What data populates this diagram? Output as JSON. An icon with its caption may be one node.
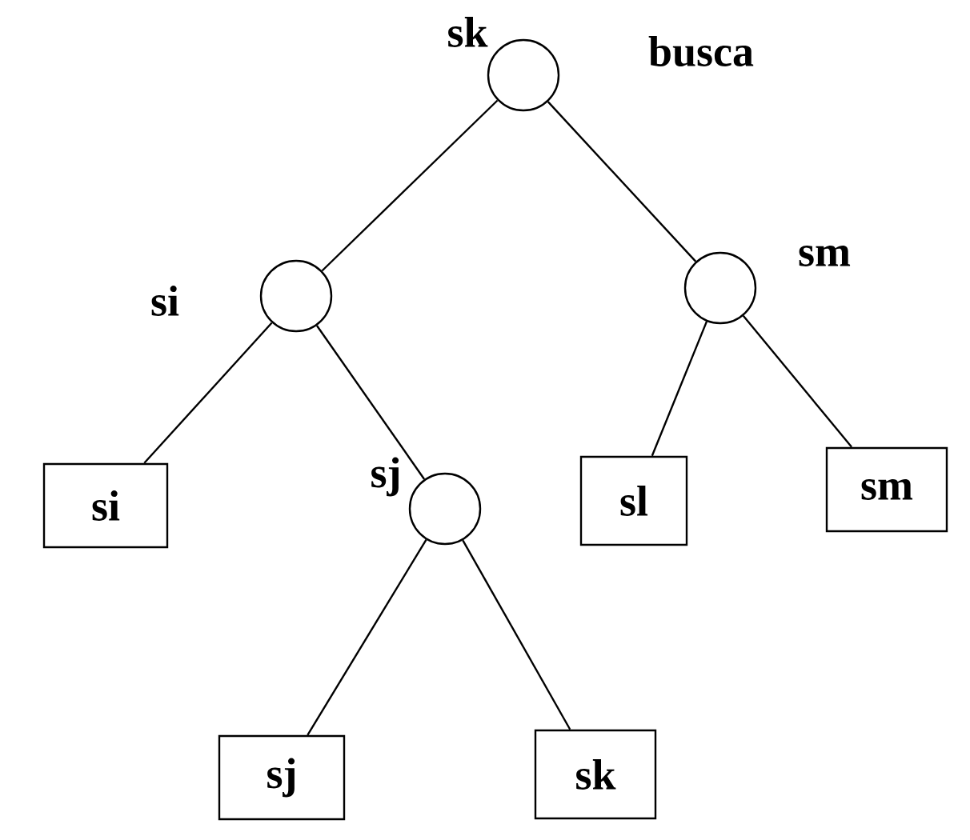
{
  "diagram": {
    "nodes": [
      {
        "text": [],
        "shape": "circle",
        "beside": [
          "sk",
          "busca"
        ]
      },
      {
        "text": [],
        "shape": "circle",
        "beside": [
          "si"
        ]
      },
      {
        "text": [],
        "shape": "circle",
        "beside": [
          "sm"
        ]
      },
      {
        "text": [
          "si"
        ]
      },
      {
        "text": [],
        "shape": "circle",
        "beside": [
          "sj"
        ]
      },
      {
        "text": [
          "sl"
        ]
      },
      {
        "text": [
          "sm"
        ]
      },
      {
        "text": [
          "sj"
        ]
      },
      {
        "text": [
          "sk"
        ]
      }
    ],
    "edges": [
      {
        "from": 0,
        "to": 1,
        "arrow": "none"
      },
      {
        "from": 0,
        "to": 2,
        "arrow": "none"
      },
      {
        "from": 1,
        "to": 3,
        "arrow": "none"
      },
      {
        "from": 1,
        "to": 4,
        "arrow": "none"
      },
      {
        "from": 2,
        "to": 5,
        "arrow": "none"
      },
      {
        "from": 2,
        "to": 6,
        "arrow": "none"
      },
      {
        "from": 4,
        "to": 7,
        "arrow": "none"
      },
      {
        "from": 4,
        "to": 8,
        "arrow": "none"
      }
    ]
  }
}
